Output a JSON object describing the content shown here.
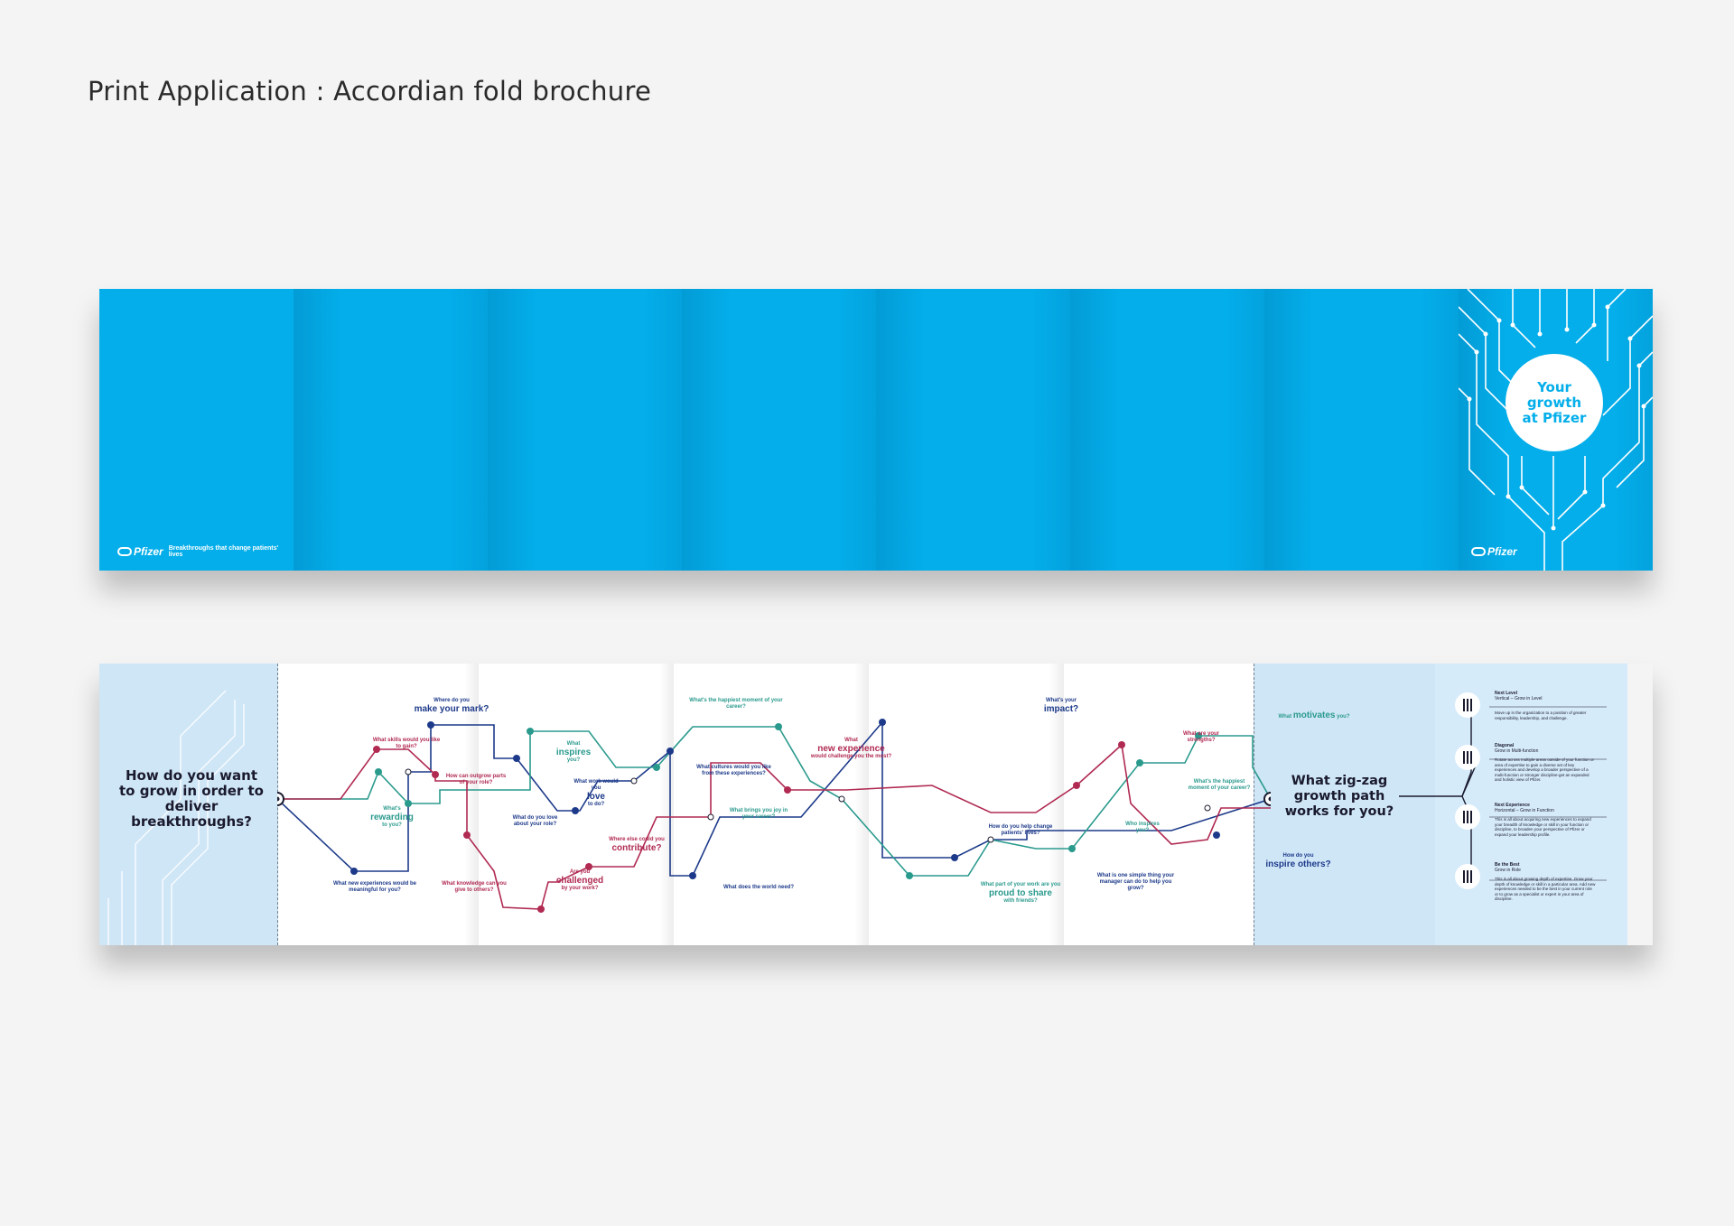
{
  "header": {
    "title": "Print Application : Accordian fold brochure"
  },
  "outside": {
    "tagline": "Breakthroughs that change patients' lives",
    "logo_text": "Pfizer",
    "cover_title": [
      "Your",
      "growth",
      "at Pfizer"
    ]
  },
  "inside": {
    "intro_question": "How do you want to grow in order to deliver breakthroughs?",
    "closing_question": "What zig-zag growth path works for you?",
    "questions": {
      "q1": "What skills would you like to gain?",
      "q2": "Where do you",
      "q2_big": "make your mark?",
      "q3": "How can",
      "q3_big": "outgrow parts of your role?",
      "q4": "What's",
      "q4_big": "rewarding",
      "q4_tail": "to you?",
      "q5": "What new experiences would be meaningful for you?",
      "q6": "What knowledge can you give to others?",
      "q7": "What",
      "q7_big": "inspires",
      "q7_tail": "you?",
      "q8": "What do you love about your role?",
      "q9": "What work would you",
      "q9_big": "love",
      "q9_tail": "to do?",
      "q10": "Where else could you",
      "q10_big": "contribute?",
      "q11": "Are you",
      "q11_big": "challenged",
      "q11_tail": "by your work?",
      "q12": "What's the happiest moment of your career?",
      "q13": "What cultures would you like from these experiences?",
      "q14": "What brings you joy in your career?",
      "q15": "What does the world need?",
      "q16": "What",
      "q16_big": "new experience",
      "q16_tail": "would challenge you the most?",
      "q17": "What's your",
      "q17_big": "impact?",
      "q18": "How do you help change patients' lives?",
      "q19": "What part of your work are you",
      "q19_big": "proud to share",
      "q19_tail": "with friends?",
      "q20": "What are your strengths?",
      "q21": "What",
      "q21_big": "motivates",
      "q21_tail": "you?",
      "q22": "What's the happiest moment of your career?",
      "q23": "Who inspires you?",
      "q24": "What is one simple thing your manager can do to help you grow?",
      "q25": "How do you",
      "q25_big": "inspire others?"
    },
    "options": [
      {
        "title": "Next Level",
        "subtitle": "Vertical – Grow in Level",
        "body": "Move up in the organization to a position of greater responsibility, leadership, and challenge."
      },
      {
        "title": "Diagonal",
        "subtitle": "Grow in Multi-function",
        "body": "Rotate across multiple areas outside of your function or area of expertise to gain a diverse set of key experiences and develop a broader perspective of a multi-function or stronger discipline-get an expanded and holistic view of Pfizer."
      },
      {
        "title": "Next Experience",
        "subtitle": "Horizontal – Grow in Function",
        "body": "This is all about acquiring new experiences to expand your breadth of knowledge or skill in your function or discipline, to broaden your perspective of Pfizer or expand your leadership profile."
      },
      {
        "title": "Be the Best",
        "subtitle": "Grow in Role",
        "body": "This is all about growing depth of expertise. Grow your depth of knowledge or skill in a particular area. Add new experiences needed to be the best in your current role or to grow as a specialist or expert in your area of discipline."
      }
    ]
  },
  "colors": {
    "brand_blue": "#03aeea",
    "light_blue": "#cfe6f7",
    "navy": "#1d3a8a",
    "teal": "#2a9a8d",
    "red": "#b02a52"
  }
}
